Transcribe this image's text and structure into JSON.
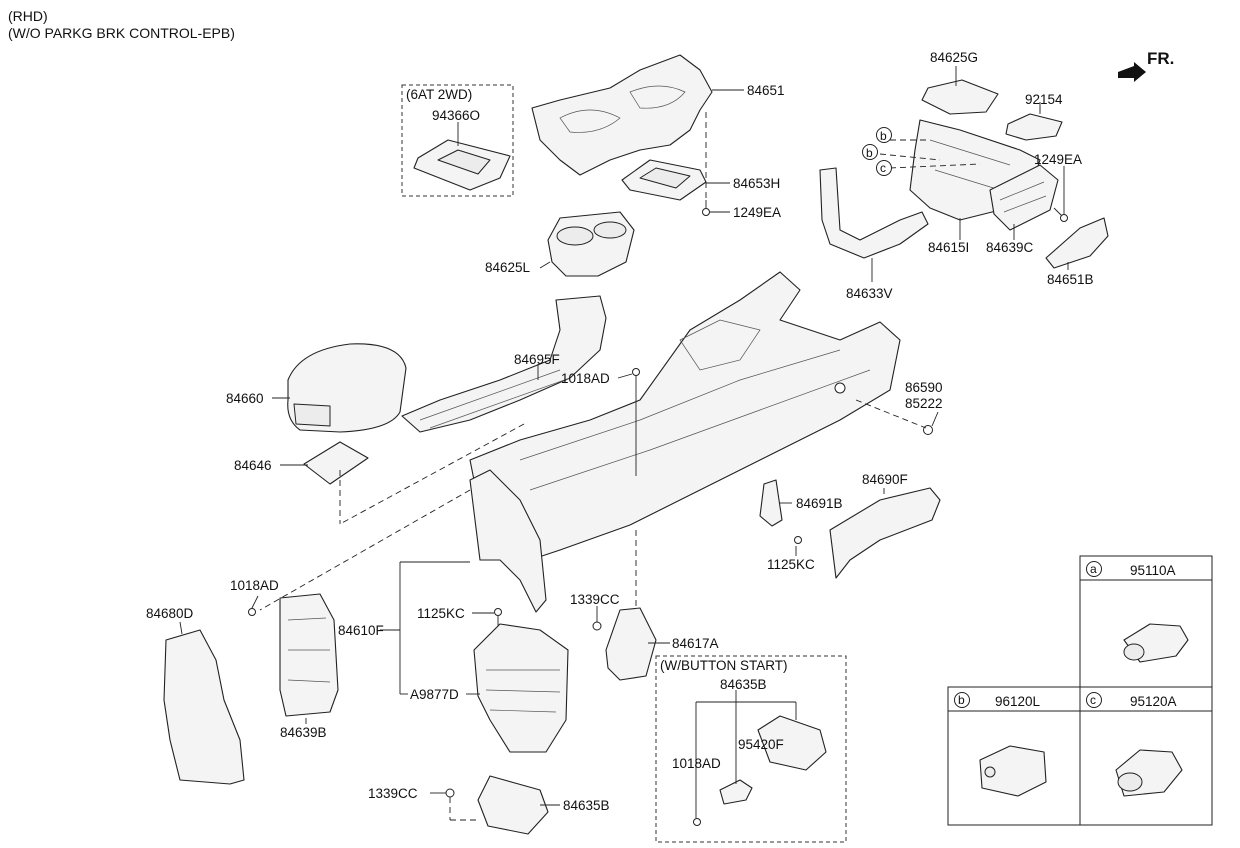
{
  "header": {
    "line1": "(RHD)",
    "line2": "(W/O PARKG BRK CONTROL-EPB)"
  },
  "direction_label": "FR.",
  "groups": {
    "six_at": "(6AT 2WD)",
    "button_start": "(W/BUTTON START)"
  },
  "labels": [
    "84651",
    "94366O",
    "84653H",
    "1249EA",
    "84625L",
    "84625G",
    "92154",
    "1249EA",
    "84615I",
    "84639C",
    "84651B",
    "84633V",
    "84695F",
    "1018AD",
    "84660",
    "84646",
    "86590",
    "85222",
    "84690F",
    "84691B",
    "1125KC",
    "1018AD",
    "84680D",
    "84639B",
    "84610F",
    "1125KC",
    "1339CC",
    "84617A",
    "A9877D",
    "1339CC",
    "84635B",
    "84635B",
    "95420F",
    "1018AD"
  ],
  "circle_markers": [
    "b",
    "b",
    "c"
  ],
  "legend": {
    "a": {
      "letter": "a",
      "part": "95110A"
    },
    "b": {
      "letter": "b",
      "part": "96120L"
    },
    "c": {
      "letter": "c",
      "part": "95120A"
    }
  }
}
